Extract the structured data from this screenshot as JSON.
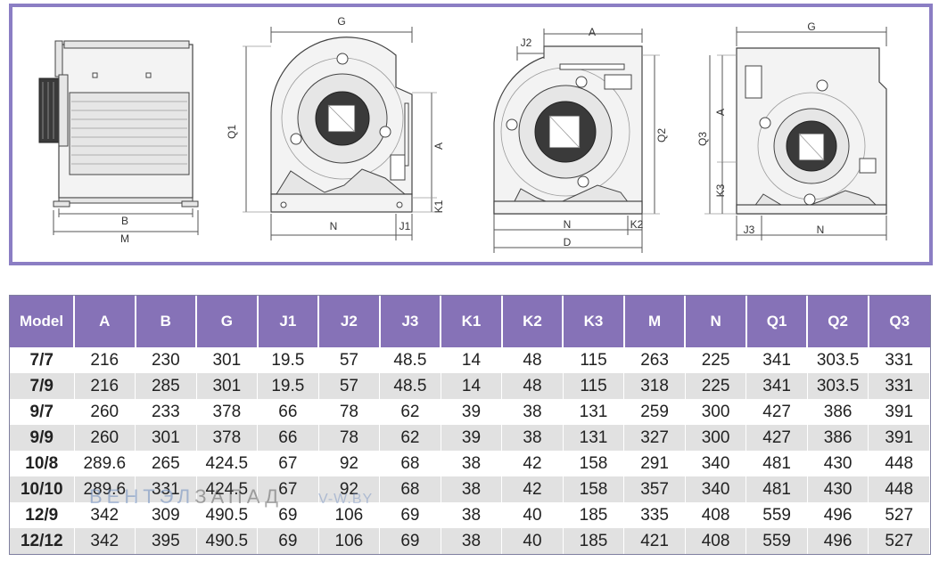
{
  "drawings": {
    "side_view": {
      "labels": [
        "B",
        "M"
      ]
    },
    "view_1": {
      "labels": [
        "G",
        "Q1",
        "A",
        "K1",
        "N",
        "J1"
      ]
    },
    "view_2": {
      "labels": [
        "J2",
        "A",
        "Q2",
        "N",
        "K2",
        "D"
      ]
    },
    "view_3": {
      "labels": [
        "G",
        "A",
        "Q3",
        "K3",
        "J3",
        "N"
      ]
    }
  },
  "table": {
    "headers": [
      "Model",
      "A",
      "B",
      "G",
      "J1",
      "J2",
      "J3",
      "K1",
      "K2",
      "K3",
      "M",
      "N",
      "Q1",
      "Q2",
      "Q3"
    ],
    "rows": [
      [
        "7/7",
        "216",
        "230",
        "301",
        "19.5",
        "57",
        "48.5",
        "14",
        "48",
        "115",
        "263",
        "225",
        "341",
        "303.5",
        "331"
      ],
      [
        "7/9",
        "216",
        "285",
        "301",
        "19.5",
        "57",
        "48.5",
        "14",
        "48",
        "115",
        "318",
        "225",
        "341",
        "303.5",
        "331"
      ],
      [
        "9/7",
        "260",
        "233",
        "378",
        "66",
        "78",
        "62",
        "39",
        "38",
        "131",
        "259",
        "300",
        "427",
        "386",
        "391"
      ],
      [
        "9/9",
        "260",
        "301",
        "378",
        "66",
        "78",
        "62",
        "39",
        "38",
        "131",
        "327",
        "300",
        "427",
        "386",
        "391"
      ],
      [
        "10/8",
        "289.6",
        "265",
        "424.5",
        "67",
        "92",
        "68",
        "38",
        "42",
        "158",
        "291",
        "340",
        "481",
        "430",
        "448"
      ],
      [
        "10/10",
        "289.6",
        "331",
        "424.5",
        "67",
        "92",
        "68",
        "38",
        "42",
        "158",
        "357",
        "340",
        "481",
        "430",
        "448"
      ],
      [
        "12/9",
        "342",
        "309",
        "490.5",
        "69",
        "106",
        "69",
        "38",
        "40",
        "185",
        "335",
        "408",
        "559",
        "496",
        "527"
      ],
      [
        "12/12",
        "342",
        "395",
        "490.5",
        "69",
        "106",
        "69",
        "38",
        "40",
        "185",
        "421",
        "408",
        "559",
        "496",
        "527"
      ]
    ]
  },
  "watermark": {
    "part1": "ВЕНТЭЛ",
    "part2": "ЗАПАД",
    "part3": "V-W.BY"
  },
  "colors": {
    "header_bg": "#8672b7",
    "frame": "#8b7ec4",
    "alt_row": "#e1e1e1"
  }
}
